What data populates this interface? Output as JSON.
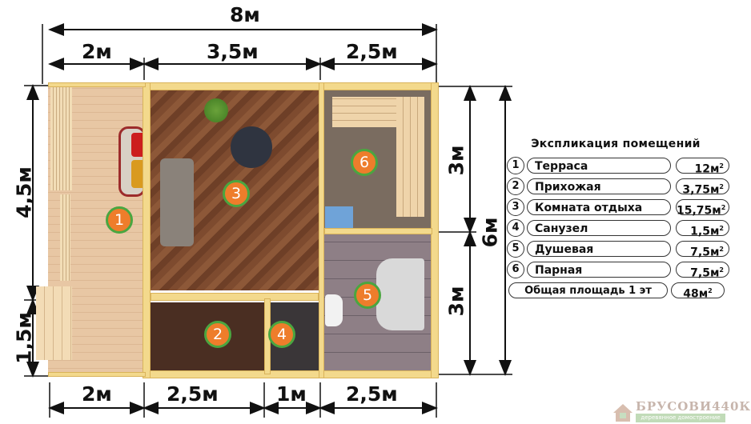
{
  "dimensions": {
    "top_total": "8м",
    "top_segments": [
      "2м",
      "3,5м",
      "2,5м"
    ],
    "bottom_segments": [
      "2м",
      "2,5м",
      "1м",
      "2,5м"
    ],
    "left_segments": [
      "4,5м",
      "1,5м"
    ],
    "right_segments": [
      "3м",
      "3м"
    ],
    "right_total": "6м"
  },
  "rooms": [
    {
      "number": "1",
      "name": "Терраса"
    },
    {
      "number": "2",
      "name": "Прихожая"
    },
    {
      "number": "3",
      "name": "Комната отдыха"
    },
    {
      "number": "4",
      "name": "Санузел"
    },
    {
      "number": "5",
      "name": "Душевая"
    },
    {
      "number": "6",
      "name": "Парная"
    }
  ],
  "legend": {
    "title": "Экспликация помещений",
    "rows": [
      {
        "num": "1",
        "name": "Терраса",
        "area": "12м"
      },
      {
        "num": "2",
        "name": "Прихожая",
        "area": "3,75м"
      },
      {
        "num": "3",
        "name": "Комната отдыха",
        "area": "15,75м"
      },
      {
        "num": "4",
        "name": "Санузел",
        "area": "1,5м"
      },
      {
        "num": "5",
        "name": "Душевая",
        "area": "7,5м"
      },
      {
        "num": "6",
        "name": "Парная",
        "area": "7,5м"
      }
    ],
    "total_label": "Общая площадь 1 эт",
    "total_area": "48м",
    "sup": "2"
  },
  "logo": {
    "name": "БРУСОВИ440К",
    "tagline": "деревянное домостроение"
  },
  "colors": {
    "badge_fill": "#ee7d2b",
    "badge_ring": "#4aa640",
    "wall": "#f3d98c"
  }
}
